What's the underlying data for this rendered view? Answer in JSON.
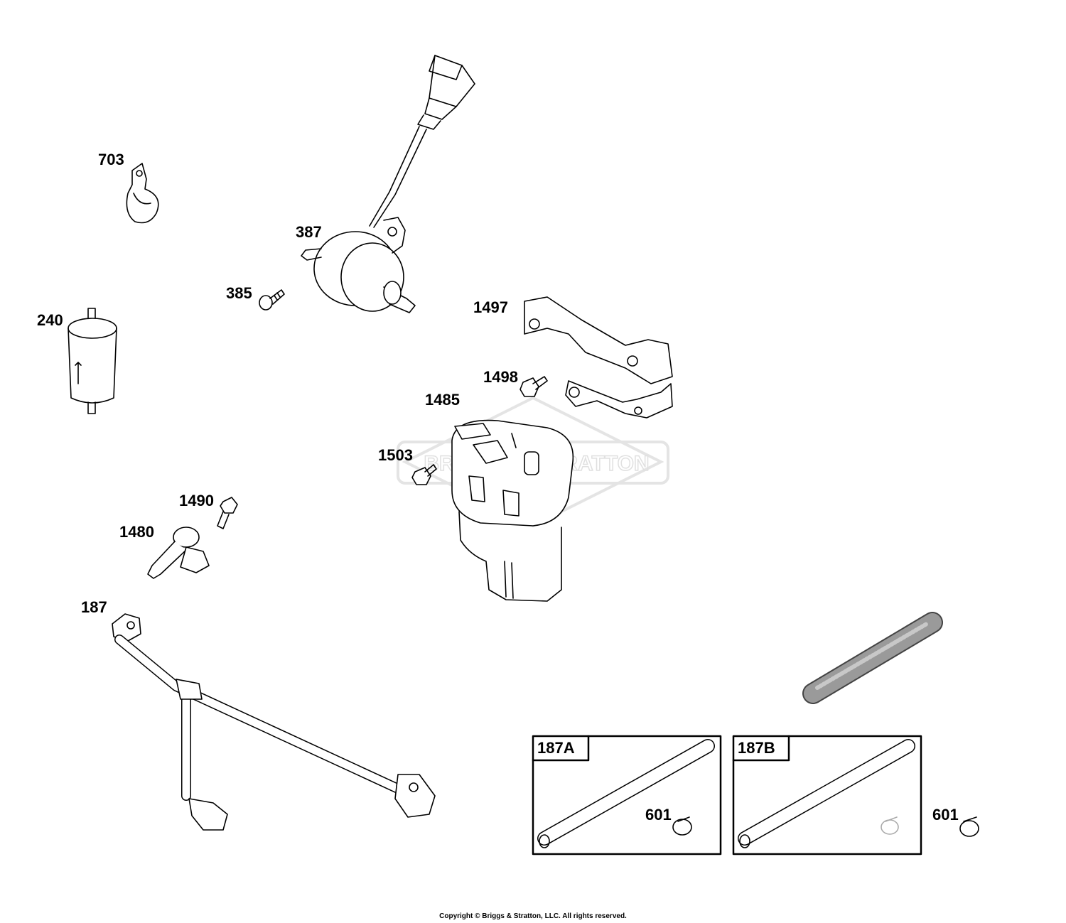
{
  "callouts": {
    "p703": "703",
    "p387": "387",
    "p385": "385",
    "p240": "240",
    "p1497": "1497",
    "p1498": "1498",
    "p1485": "1485",
    "p1503": "1503",
    "p1490": "1490",
    "p1480": "1480",
    "p187": "187",
    "p601a": "601",
    "p601b": "601"
  },
  "kits": {
    "k187a": "187A",
    "k187b": "187B"
  },
  "watermark": "BRIGGS & STRATTON",
  "copyright": "Copyright © Briggs & Stratton, LLC. All rights reserved.",
  "colors": {
    "line": "#000000",
    "watermark": "#e6e6e6",
    "hose_shade": "#8a8a8a"
  }
}
